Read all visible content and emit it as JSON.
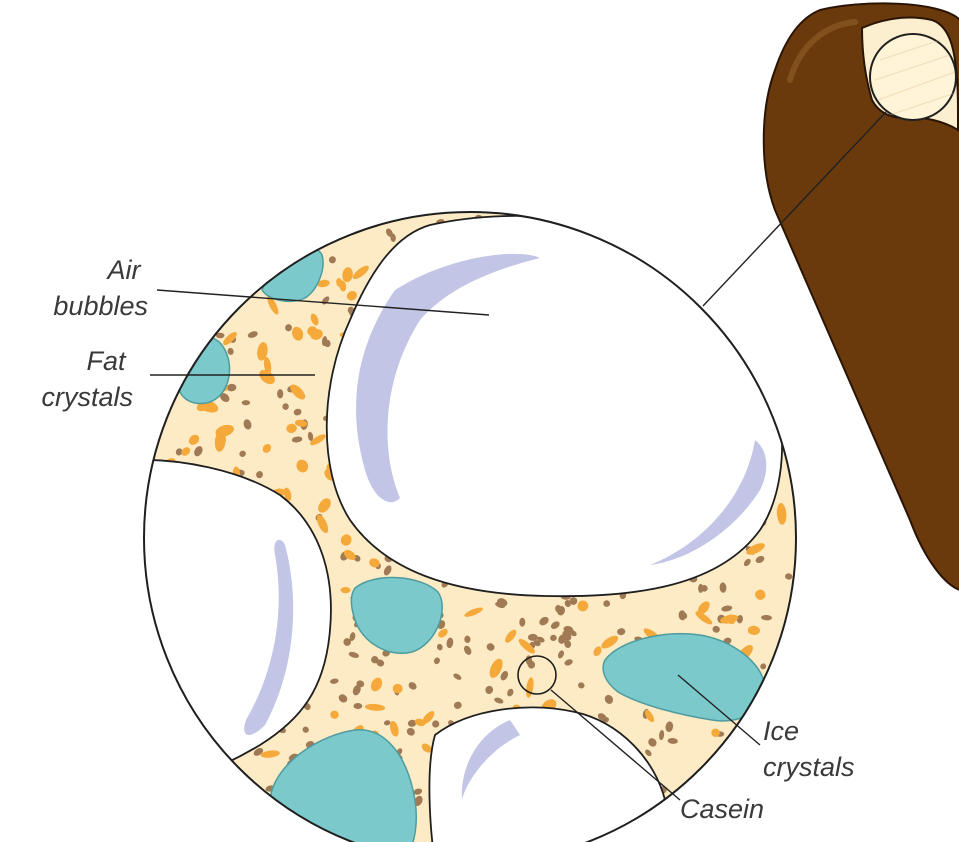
{
  "labels": {
    "air_bubbles": [
      "Air",
      "bubbles"
    ],
    "fat_crystals": [
      "Fat",
      "crystals"
    ],
    "ice_crystals": [
      "Ice",
      "crystals"
    ],
    "casein": "Casein"
  },
  "colors": {
    "matrix": "#fcebc4",
    "fat": "#f5a93a",
    "casein": "#a07a55",
    "ice": "#7cc9cc",
    "ice_stroke": "#4e9ca0",
    "bubble_shadow": "#aeb2dc",
    "chocolate": "#6b3a0c",
    "outline": "#1f1f1f"
  }
}
